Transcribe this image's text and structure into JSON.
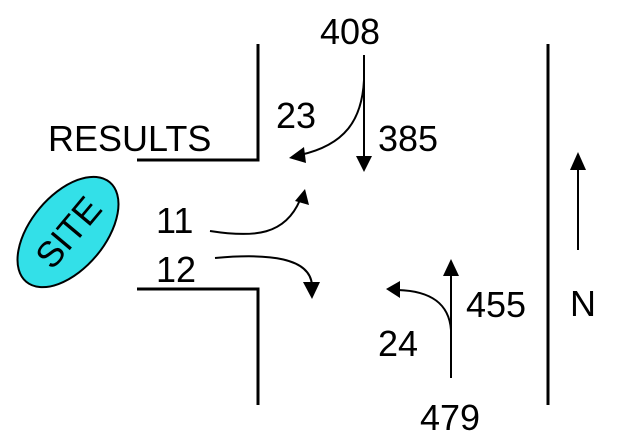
{
  "title": "RESULTS",
  "site_label": "SITE",
  "north_label": "N",
  "colors": {
    "site_fill": "#33e0e8",
    "site_stroke": "#000000",
    "line": "#000000"
  },
  "volumes": {
    "north_approach_total": "408",
    "north_right_turn": "23",
    "north_through": "385",
    "site_exit_left": "11",
    "site_exit_right": "12",
    "south_approach_total": "479",
    "south_left_turn": "24",
    "south_through": "455"
  }
}
